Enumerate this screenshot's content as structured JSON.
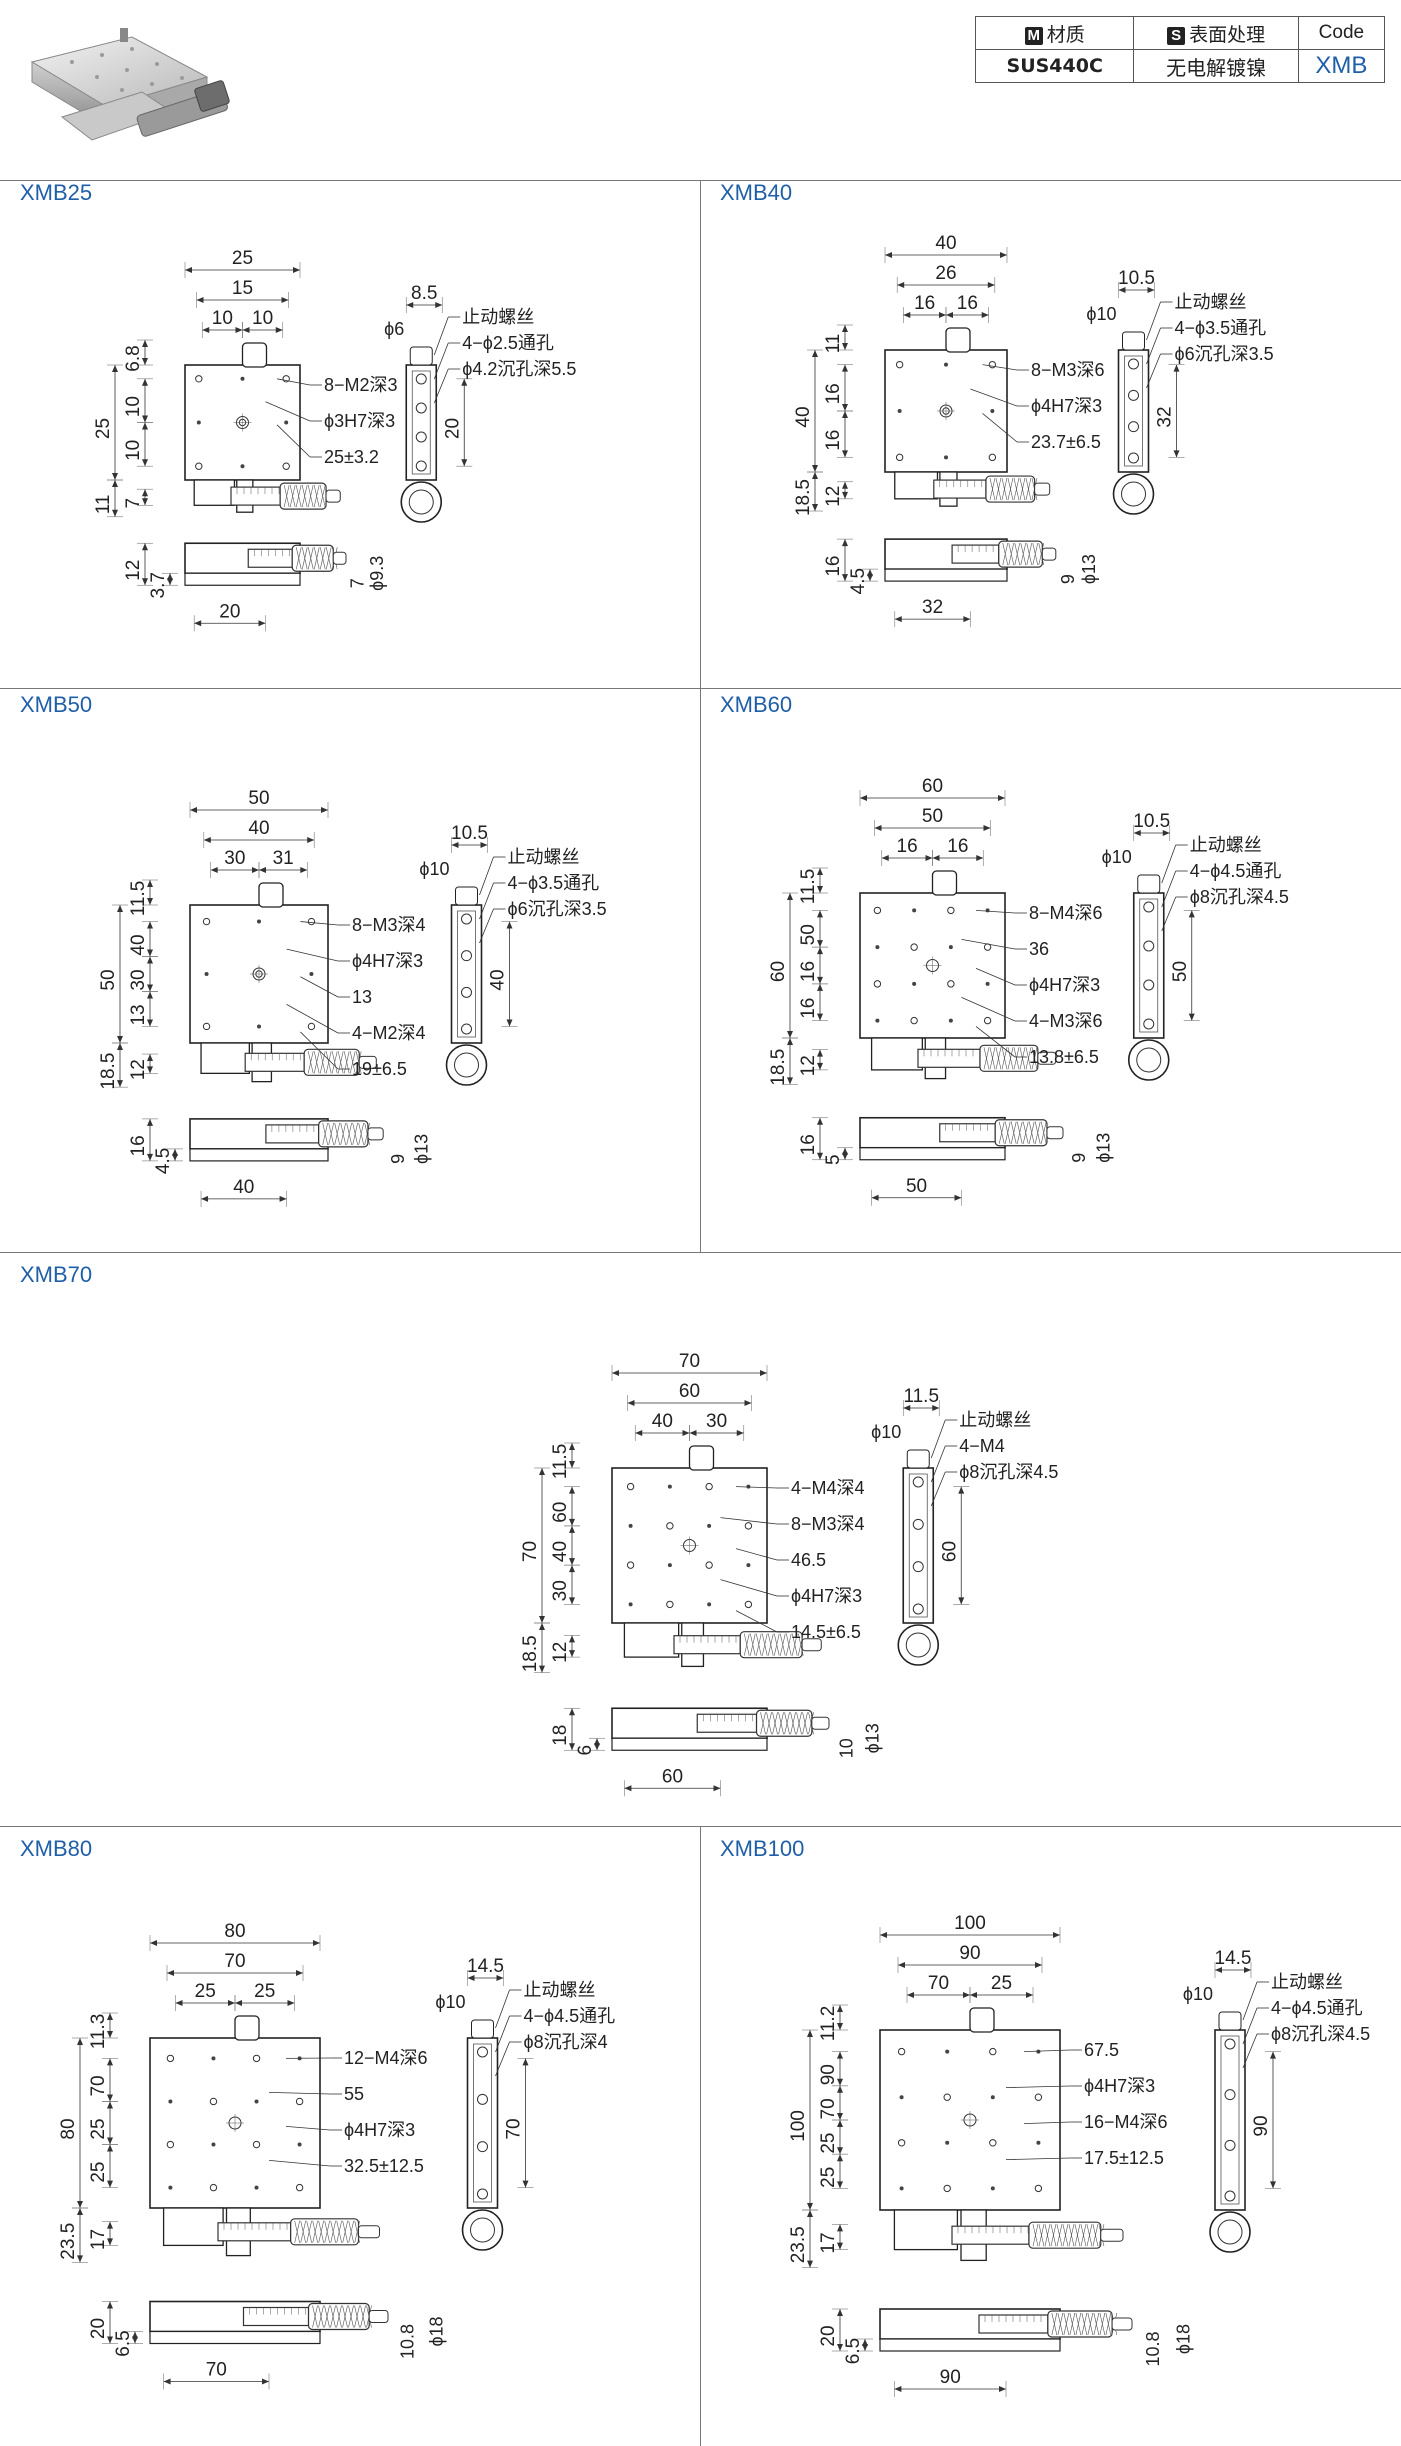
{
  "spec_table": {
    "material_header": "材质",
    "surface_header": "表面处理",
    "code_header": "Code",
    "material_badge": "M",
    "surface_badge": "S",
    "material_value": "SUS440C",
    "surface_value": "无电解镀镍",
    "code_value": "XMB"
  },
  "panels": [
    {
      "title": "XMB25",
      "top_dims": [
        "25",
        "15",
        "10",
        "10"
      ],
      "left_dims": [
        "6.8",
        "25",
        "10",
        "10",
        "11",
        "7"
      ],
      "callouts": [
        "8−M2深3",
        "ϕ3H7深3",
        "25±3.2"
      ],
      "side_dims": [
        "8.5",
        "ϕ6",
        "20"
      ],
      "side_callouts": [
        "止动螺丝",
        "4−ϕ2.5通孔",
        "ϕ4.2沉孔深5.5"
      ],
      "bottom_dims": [
        "12",
        "3.7",
        "20",
        "7",
        "ϕ9.3"
      ]
    },
    {
      "title": "XMB40",
      "top_dims": [
        "40",
        "26",
        "16",
        "16"
      ],
      "left_dims": [
        "11",
        "40",
        "16",
        "16",
        "18.5",
        "12"
      ],
      "callouts": [
        "8−M3深6",
        "ϕ4H7深3",
        "23.7±6.5"
      ],
      "side_dims": [
        "10.5",
        "ϕ10",
        "32"
      ],
      "side_callouts": [
        "止动螺丝",
        "4−ϕ3.5通孔",
        "ϕ6沉孔深3.5"
      ],
      "bottom_dims": [
        "16",
        "4.5",
        "32",
        "9",
        "ϕ13"
      ]
    },
    {
      "title": "XMB50",
      "top_dims": [
        "50",
        "40",
        "30",
        "31"
      ],
      "left_dims": [
        "11.5",
        "50",
        "40",
        "30",
        "13",
        "18.5",
        "12"
      ],
      "callouts": [
        "8−M3深4",
        "ϕ4H7深3",
        "13",
        "4−M2深4",
        "19±6.5"
      ],
      "side_dims": [
        "10.5",
        "ϕ10",
        "40"
      ],
      "side_callouts": [
        "止动螺丝",
        "4−ϕ3.5通孔",
        "ϕ6沉孔深3.5"
      ],
      "bottom_dims": [
        "16",
        "4.5",
        "40",
        "9",
        "ϕ13"
      ]
    },
    {
      "title": "XMB60",
      "top_dims": [
        "60",
        "50",
        "16",
        "16"
      ],
      "left_dims": [
        "11.5",
        "60",
        "50",
        "16",
        "16",
        "18.5",
        "12"
      ],
      "callouts": [
        "8−M4深6",
        "36",
        "ϕ4H7深3",
        "4−M3深6",
        "13.8±6.5"
      ],
      "side_dims": [
        "10.5",
        "ϕ10",
        "50"
      ],
      "side_callouts": [
        "止动螺丝",
        "4−ϕ4.5通孔",
        "ϕ8沉孔深4.5"
      ],
      "bottom_dims": [
        "16",
        "5",
        "50",
        "9",
        "ϕ13"
      ]
    },
    {
      "title": "XMB70",
      "top_dims": [
        "70",
        "60",
        "40",
        "30"
      ],
      "left_dims": [
        "11.5",
        "70",
        "60",
        "40",
        "30",
        "18.5",
        "12"
      ],
      "callouts": [
        "4−M4深4",
        "8−M3深4",
        "46.5",
        "ϕ4H7深3",
        "14.5±6.5"
      ],
      "side_dims": [
        "11.5",
        "ϕ10",
        "60"
      ],
      "side_callouts": [
        "止动螺丝",
        "4−M4",
        "ϕ8沉孔深4.5"
      ],
      "bottom_dims": [
        "18",
        "6",
        "60",
        "10",
        "ϕ13"
      ]
    },
    {
      "title": "XMB80",
      "top_dims": [
        "80",
        "70",
        "25",
        "25"
      ],
      "left_dims": [
        "11.3",
        "80",
        "70",
        "25",
        "25",
        "23.5",
        "17"
      ],
      "callouts": [
        "12−M4深6",
        "55",
        "ϕ4H7深3",
        "32.5±12.5"
      ],
      "side_dims": [
        "14.5",
        "ϕ10",
        "70"
      ],
      "side_callouts": [
        "止动螺丝",
        "4−ϕ4.5通孔",
        "ϕ8沉孔深4"
      ],
      "bottom_dims": [
        "20",
        "6.5",
        "70",
        "10.8",
        "ϕ18"
      ]
    },
    {
      "title": "XMB100",
      "top_dims": [
        "100",
        "90",
        "70",
        "25"
      ],
      "left_dims": [
        "11.2",
        "100",
        "90",
        "70",
        "25",
        "25",
        "23.5",
        "17"
      ],
      "callouts": [
        "67.5",
        "ϕ4H7深3",
        "16−M4深6",
        "17.5±12.5"
      ],
      "side_dims": [
        "14.5",
        "ϕ10",
        "90"
      ],
      "side_callouts": [
        "止动螺丝",
        "4−ϕ4.5通孔",
        "ϕ8沉孔深4.5"
      ],
      "bottom_dims": [
        "20",
        "6.5",
        "90",
        "10.8",
        "ϕ18"
      ]
    }
  ]
}
